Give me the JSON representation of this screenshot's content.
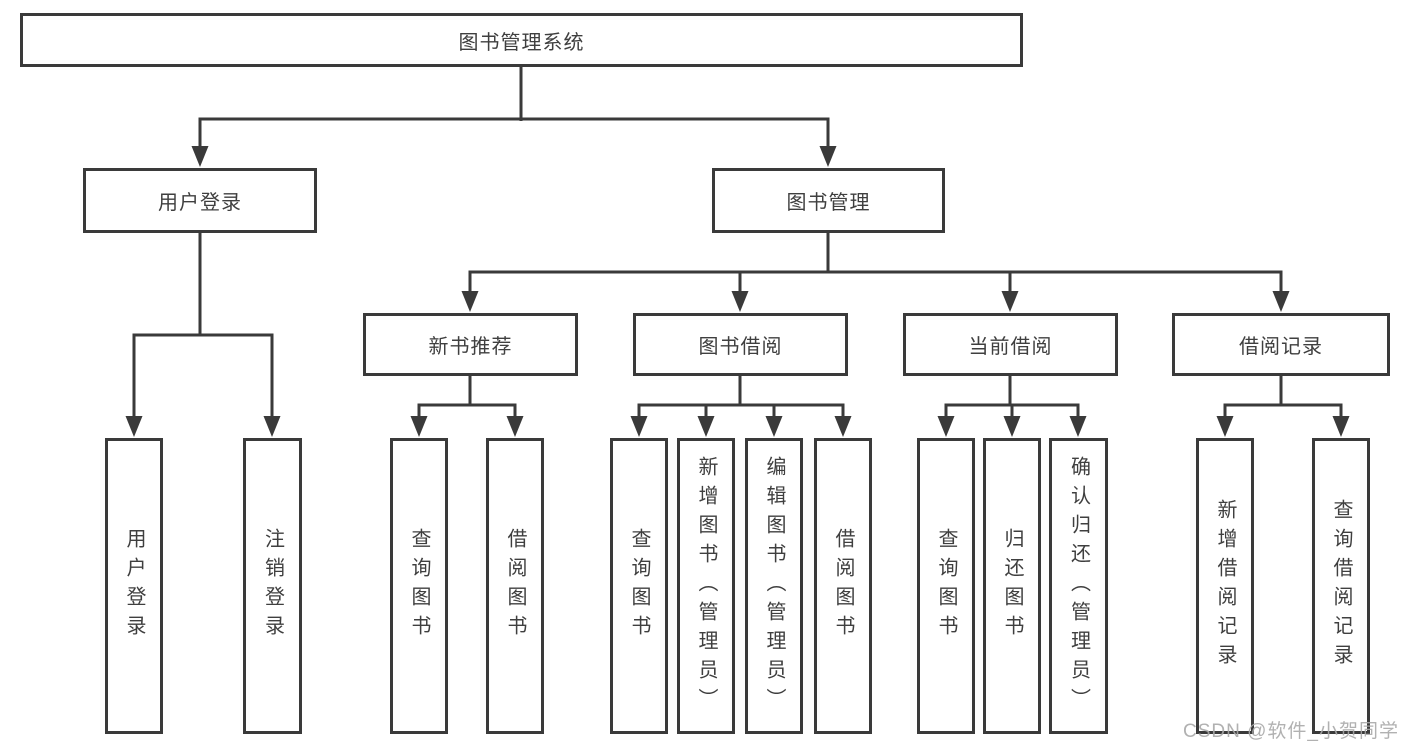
{
  "diagram": {
    "title_note": "library management system feature structure chart",
    "root": {
      "label": "图书管理系统"
    },
    "level2": {
      "login": {
        "label": "用户登录"
      },
      "manage": {
        "label": "图书管理"
      }
    },
    "level3": {
      "recommend": {
        "label": "新书推荐"
      },
      "borrow": {
        "label": "图书借阅"
      },
      "current": {
        "label": "当前借阅"
      },
      "records": {
        "label": "借阅记录"
      }
    },
    "leaves": {
      "login_user": {
        "label": "用户登录"
      },
      "login_logout": {
        "label": "注销登录"
      },
      "rec_query": {
        "label": "查询图书"
      },
      "rec_borrow": {
        "label": "借阅图书"
      },
      "bor_query": {
        "label": "查询图书"
      },
      "bor_add": {
        "label": "新增图书（管理员）"
      },
      "bor_edit": {
        "label": "编辑图书（管理员）"
      },
      "bor_borrow": {
        "label": "借阅图书"
      },
      "cur_query": {
        "label": "查询图书"
      },
      "cur_return": {
        "label": "归还图书"
      },
      "cur_confirm": {
        "label": "确认归还（管理员）"
      },
      "recd_add": {
        "label": "新增借阅记录"
      },
      "recd_query": {
        "label": "查询借阅记录"
      }
    },
    "colors": {
      "line": "#3a3a3a",
      "border": "#3a3a3a",
      "text": "#3f3f3f",
      "background": "#ffffff",
      "watermark": "#a8a8a8"
    }
  },
  "watermark": {
    "text": "CSDN @软件_小贺同学"
  }
}
